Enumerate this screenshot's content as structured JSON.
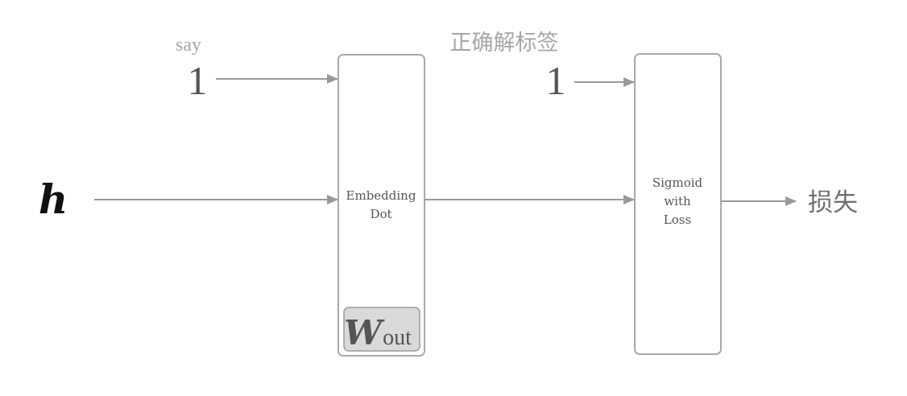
{
  "inputs": {
    "word_caption": "say",
    "word_index": "1",
    "label_caption": "正确解标签",
    "label_value": "1",
    "hidden_symbol": "h"
  },
  "embedding_dot_layer": {
    "line1": "Embedding",
    "line2": "Dot",
    "weight_symbol": "W",
    "weight_subscript": "out"
  },
  "sigmoid_layer": {
    "line1": "Sigmoid",
    "line2": "with",
    "line3": "Loss"
  },
  "output": {
    "label": "损失"
  },
  "colors": {
    "box_stroke": "#a9a9a9",
    "arrow": "#999999",
    "weight_fill": "#d9d9d9",
    "weight_stroke": "#9a9a9a"
  }
}
